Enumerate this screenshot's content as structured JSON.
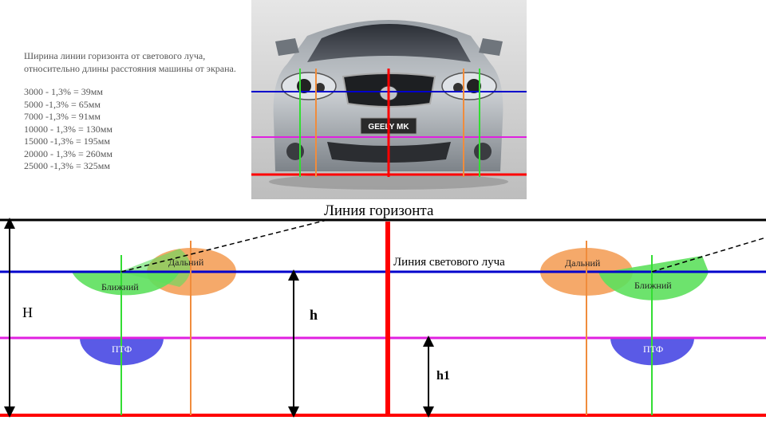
{
  "info": {
    "description": "Ширина линии горизонта от светового луча, относительно длины расстояния машины от экрана.",
    "rows": [
      "3000 - 1,3% = 39мм",
      "5000 -1,3% = 65мм",
      "7000 -1,3% = 91мм",
      "10000 - 1,3% = 130мм",
      "15000 -1,3% = 195мм",
      "20000 - 1,3% = 260мм",
      "25000 -1,3% = 325мм"
    ]
  },
  "car": {
    "badge": "GEELY MK"
  },
  "diagram": {
    "horizon_label": "Линия горизонта",
    "beam_line_label": "Линия светового луча",
    "label_H": "H",
    "label_h": "h",
    "label_h1": "h1",
    "left": {
      "low_beam": "Ближний",
      "high_beam": "Дальний",
      "fog": "ПТФ"
    },
    "right": {
      "low_beam": "Ближний",
      "high_beam": "Дальний",
      "fog": "ПТФ"
    }
  },
  "colors": {
    "horizon": "#000000",
    "beam_line": "#0000cc",
    "fog_line": "#e020e0",
    "ground": "#ff0000",
    "low_beam_fill": "#5de05d",
    "high_beam_fill": "#f4a05a",
    "fog_fill": "#5a5ae6",
    "vertical_green": "#33dd33",
    "vertical_orange": "#f08c3c"
  }
}
